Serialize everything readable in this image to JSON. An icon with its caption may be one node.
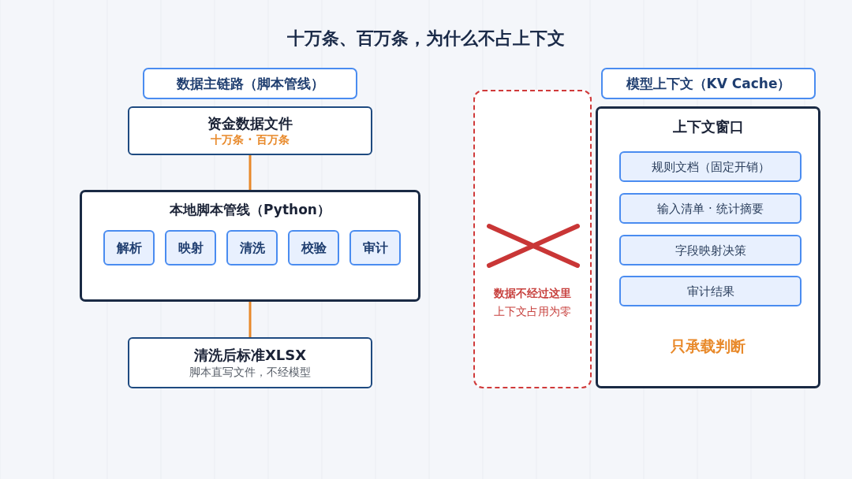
{
  "diagram": {
    "title": "十万条、百万条，为什么不占上下文",
    "nodes": [
      {
        "text": [
          "数据主链路（脚本管线）"
        ]
      },
      {
        "text": [
          "资金数据文件",
          "十万条 · 百万条"
        ]
      },
      {
        "text": [
          "本地脚本管线（Python）"
        ]
      },
      {
        "text": [
          "解析"
        ],
        "in": 2
      },
      {
        "text": [
          "映射"
        ],
        "in": 2
      },
      {
        "text": [
          "清洗"
        ],
        "in": 2
      },
      {
        "text": [
          "校验"
        ],
        "in": 2
      },
      {
        "text": [
          "审计"
        ],
        "in": 2
      },
      {
        "text": [
          "清洗后标准XLSX",
          "脚本直写文件，不经模型"
        ]
      },
      {
        "text": [
          "模型上下文（KV Cache）"
        ]
      },
      {
        "text": [
          "数据不经过这里",
          "上下文占用为零"
        ]
      },
      {
        "text": [
          "上下文窗口",
          "只承载判断"
        ]
      },
      {
        "text": [
          "规则文档（固定开销）"
        ],
        "in": 11
      },
      {
        "text": [
          "输入清单 · 统计摘要"
        ],
        "in": 11
      },
      {
        "text": [
          "字段映射决策"
        ],
        "in": 11
      },
      {
        "text": [
          "审计结果"
        ],
        "in": 11
      }
    ],
    "edges": [
      {
        "from": 1,
        "to": 2,
        "arrow": "none"
      },
      {
        "from": 2,
        "to": 8,
        "arrow": "none"
      }
    ]
  }
}
